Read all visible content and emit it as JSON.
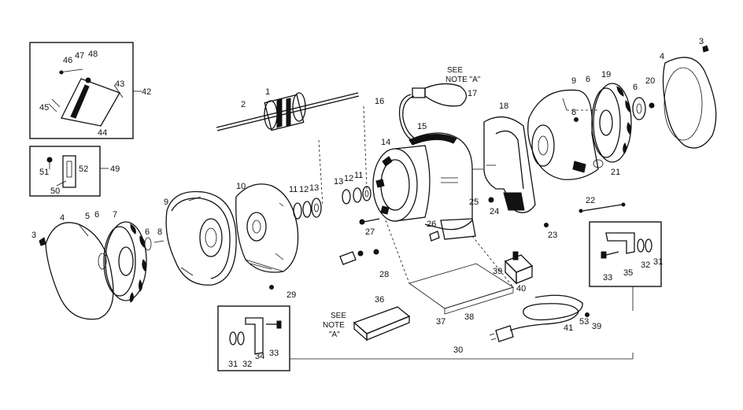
{
  "labels": {
    "l1": "1",
    "l2": "2",
    "l3a": "3",
    "l3b": "3",
    "l4a": "4",
    "l4b": "4",
    "l5": "5",
    "l6a": "6",
    "l6b": "6",
    "l6c": "6",
    "l6d": "6",
    "l7": "7",
    "l8a": "8",
    "l8b": "8",
    "l9a": "9",
    "l9b": "9",
    "l10": "10",
    "l11a": "11",
    "l11b": "11",
    "l12a": "12",
    "l12b": "12",
    "l13a": "13",
    "l13b": "13",
    "l14": "14",
    "l15": "15",
    "l16": "16",
    "l17": "17",
    "l18": "18",
    "l19": "19",
    "l20": "20",
    "l21": "21",
    "l22": "22",
    "l23": "23",
    "l24": "24",
    "l25": "25",
    "l26": "26",
    "l27": "27",
    "l28": "28",
    "l29": "29",
    "l30": "30",
    "l31a": "31",
    "l31b": "31",
    "l32a": "32",
    "l32b": "32",
    "l33a": "33",
    "l33b": "33",
    "l34": "34",
    "l35": "35",
    "l36": "36",
    "l37": "37",
    "l38": "38",
    "l39a": "39",
    "l39b": "39",
    "l40": "40",
    "l41": "41",
    "l42": "42",
    "l43": "43",
    "l44": "44",
    "l45": "45",
    "l46": "46",
    "l47": "47",
    "l48": "48",
    "l49": "49",
    "l50": "50",
    "l51": "51",
    "l52": "52",
    "l53": "53"
  },
  "notes": {
    "see_top": "SEE",
    "note_a_top": "NOTE \"A\"",
    "see_bottom": "SEE",
    "note_bottom": "NOTE",
    "a_bottom": "\"A\""
  }
}
